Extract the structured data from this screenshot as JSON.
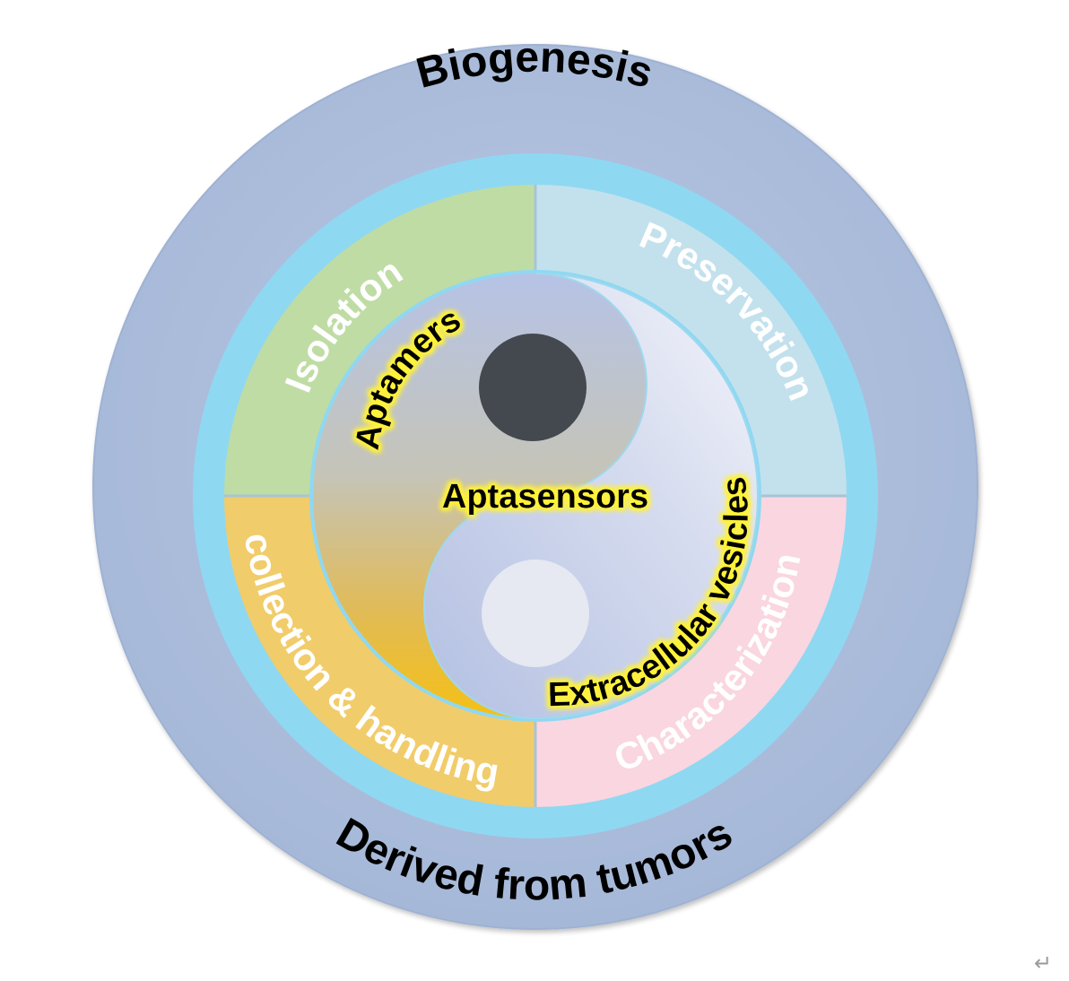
{
  "outer_ring": {
    "top_label": "Biogenesis",
    "bottom_label": "Derived from tumors"
  },
  "quadrants": {
    "top_left": "Isolation",
    "top_right": "Preservation",
    "bottom_left": "collection & handling",
    "bottom_right": "Characterization"
  },
  "core": {
    "center_label": "Aptasensors",
    "left_arc_label": "Aptamers",
    "right_arc_label": "Extracellular vesicles"
  },
  "colors": {
    "outer_ring": "#aebfdc",
    "inner_band": "#8fd8f2",
    "isolation": "#bfdca5",
    "preservation": "#c3e1ec",
    "collection": "#f1cc6a",
    "characterization": "#f9d6e0",
    "dark_dot": "#444950",
    "light_dot": "#e6e8f2"
  },
  "end_mark": "↵"
}
